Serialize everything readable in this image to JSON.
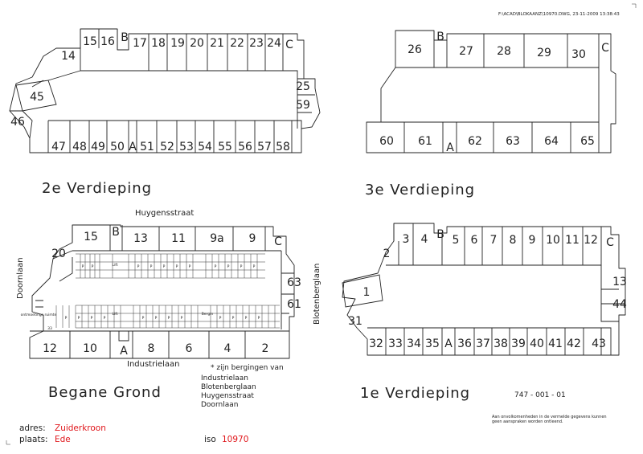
{
  "header": {
    "file": "F:\\ACAD\\BLOKAANZ\\10970.DWG, 23-11-2009 13:38:43"
  },
  "plans": {
    "p2": {
      "title": "2e Verdieping",
      "top": [
        "15",
        "16",
        "B",
        "17",
        "18",
        "19",
        "20",
        "21",
        "22",
        "23",
        "24",
        "C"
      ],
      "bottom": [
        "47",
        "48",
        "49",
        "50",
        "A",
        "51",
        "52",
        "53",
        "54",
        "55",
        "56",
        "57",
        "58"
      ],
      "left": [
        "14",
        "45",
        "46"
      ],
      "right": [
        "25",
        "59"
      ]
    },
    "p3": {
      "title": "3e Verdieping",
      "top": [
        "26",
        "B",
        "27",
        "28",
        "29",
        "30",
        "C"
      ],
      "bottom": [
        "60",
        "61",
        "A",
        "62",
        "63",
        "64",
        "65"
      ]
    },
    "p0": {
      "title": "Begane Grond",
      "top": [
        "15",
        "B",
        "13",
        "11",
        "9a",
        "9",
        "C"
      ],
      "bottom": [
        "12",
        "10",
        "A",
        "8",
        "6",
        "4",
        "2"
      ],
      "left": [
        "20"
      ],
      "right": [
        "63",
        "61"
      ],
      "streets": {
        "north": "Huygensstraat",
        "south": "Industrielaan",
        "west": "Doornlaan",
        "east": "Blotenberglaan"
      },
      "storage": {
        "label": "ontmoetings ruimte",
        "lift": "Lift",
        "store": "Bergin",
        "p": "P",
        "ex": "33"
      },
      "note": {
        "head": "* zijn bergingen van",
        "lines": [
          "Industrielaan",
          "Blotenberglaan",
          "Huygensstraat",
          "Doornlaan"
        ]
      }
    },
    "p1": {
      "title": "1e Verdieping",
      "top": [
        "2",
        "3",
        "4",
        "B",
        "5",
        "6",
        "7",
        "8",
        "9",
        "10",
        "11",
        "12",
        "C"
      ],
      "bottom": [
        "32",
        "33",
        "34",
        "35",
        "A",
        "36",
        "37",
        "38",
        "39",
        "40",
        "41",
        "42",
        "43"
      ],
      "left": [
        "1",
        "31"
      ],
      "right": [
        "13",
        "44"
      ]
    }
  },
  "footer": {
    "drawing_no": "747 - 001 - 01",
    "disclaimer": [
      "Aan onvolkomenheden in de vermelde gegevens kunnen",
      "geen aanspraken worden ontleend."
    ],
    "adres_label": "adres:",
    "adres": "Zuiderkroon",
    "plaats_label": "plaats:",
    "plaats": "Ede",
    "iso_label": "iso",
    "iso": "10970"
  }
}
